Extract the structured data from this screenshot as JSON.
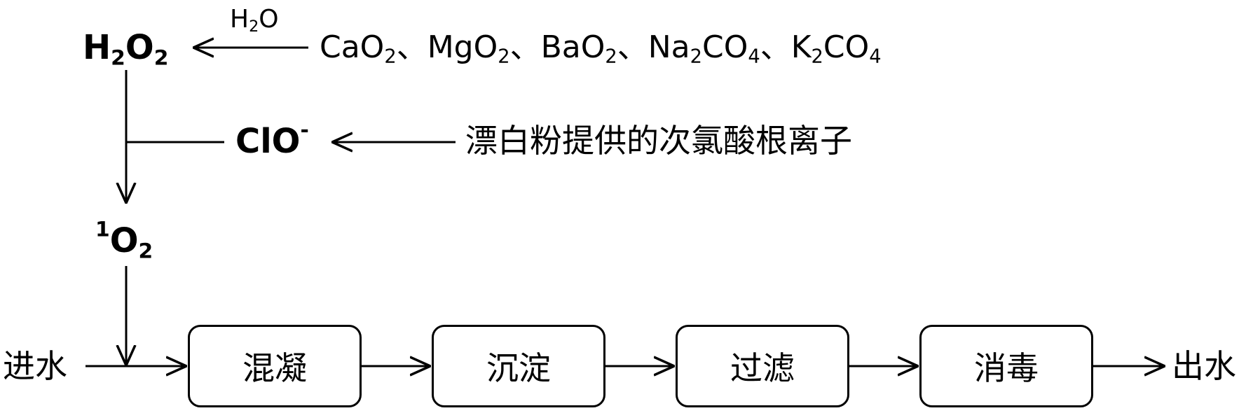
{
  "top": {
    "h2o2": {
      "main": "H",
      "sub1": "2",
      "mid": "O",
      "sub2": "2"
    },
    "water": {
      "a": "H",
      "sub": "2",
      "b": "O"
    },
    "peroxides": [
      {
        "base": "CaO",
        "sub": "2",
        "sep": "、"
      },
      {
        "base": "MgO",
        "sub": "2",
        "sep": "、"
      },
      {
        "base": "BaO",
        "sub": "2",
        "sep": "、"
      },
      {
        "base": "Na",
        "sub": "2",
        "tail": "CO",
        "sub2": "4",
        "sep": "、"
      },
      {
        "base": "K",
        "sub": "2",
        "tail": "CO",
        "sub2": "4",
        "sep": ""
      }
    ]
  },
  "middle": {
    "clo": {
      "base": "ClO",
      "sup": "-"
    },
    "bleach_label": "漂白粉提供的次氯酸根离子"
  },
  "singlet": {
    "sup": "1",
    "base": "O",
    "sub": "2"
  },
  "process": {
    "inlet": "进水",
    "outlet": "出水",
    "steps": [
      "混凝",
      "沉淀",
      "过滤",
      "消毒"
    ]
  }
}
